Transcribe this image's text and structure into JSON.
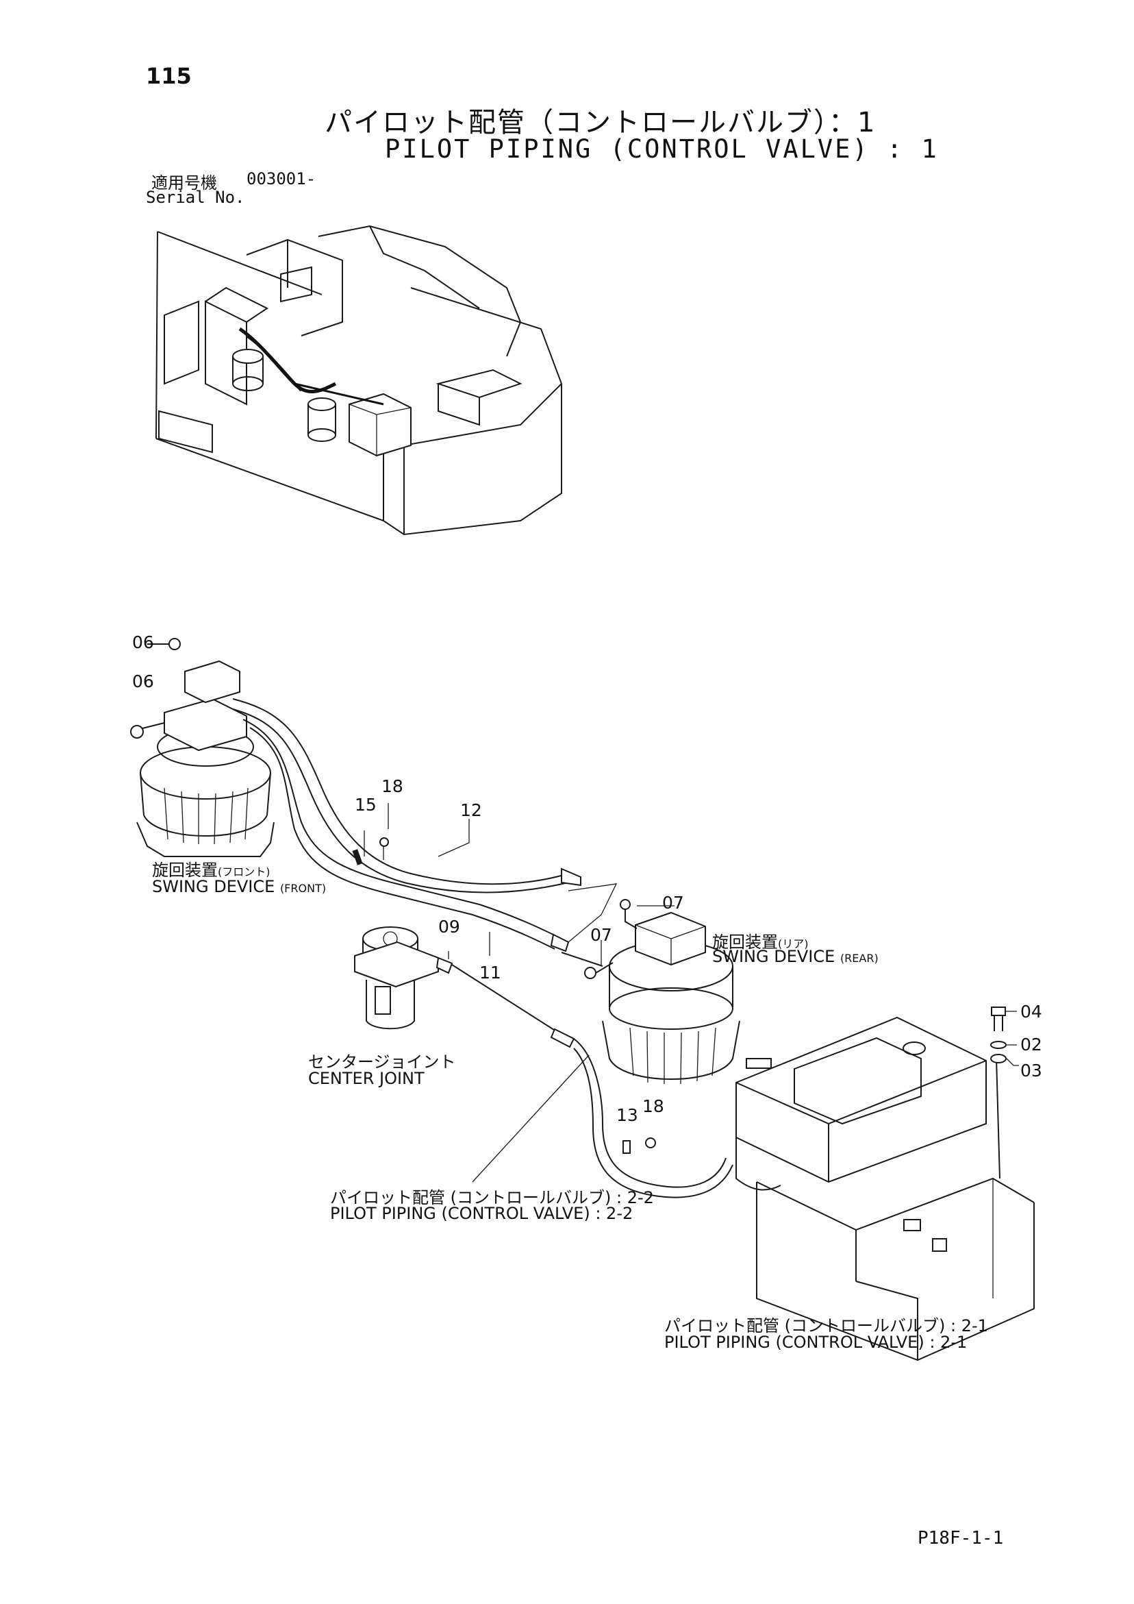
{
  "header": {
    "page_number": "115",
    "title_ja": "パイロット配管（コントロールバルブ）：1",
    "title_en": "PILOT PIPING (CONTROL VALVE) : 1",
    "serial_label_ja": "適用号機",
    "serial_value": "003001-",
    "serial_label_en": "Serial No."
  },
  "labels": {
    "swing_front_ja": "旋回装置",
    "swing_front_ja_sub": "(フロント)",
    "swing_front_en": "SWING  DEVICE",
    "swing_front_en_sub": "(FRONT)",
    "swing_rear_ja": "旋回装置",
    "swing_rear_ja_sub": "(リア)",
    "swing_rear_en": "SWING  DEVICE",
    "swing_rear_en_sub": "(REAR)",
    "center_joint_ja": "センタージョイント",
    "center_joint_en": "CENTER  JOINT",
    "ref_2_2_ja": "パイロット配管 (コントロールバルブ) : 2-2",
    "ref_2_2_en": "PILOT  PIPING (CONTROL  VALVE) : 2-2",
    "ref_2_1_ja": "パイロット配管 (コントロールバルブ) : 2-1",
    "ref_2_1_en": "PILOT  PIPING (CONTROL  VALVE) : 2-1"
  },
  "callouts": {
    "c06a": "06",
    "c06b": "06",
    "c18a": "18",
    "c15": "15",
    "c12": "12",
    "c07a": "07",
    "c07b": "07",
    "c09": "09",
    "c11": "11",
    "c04": "04",
    "c02": "02",
    "c03": "03",
    "c13": "13",
    "c18b": "18"
  },
  "footer": {
    "page_code": "P18F-1-1"
  }
}
